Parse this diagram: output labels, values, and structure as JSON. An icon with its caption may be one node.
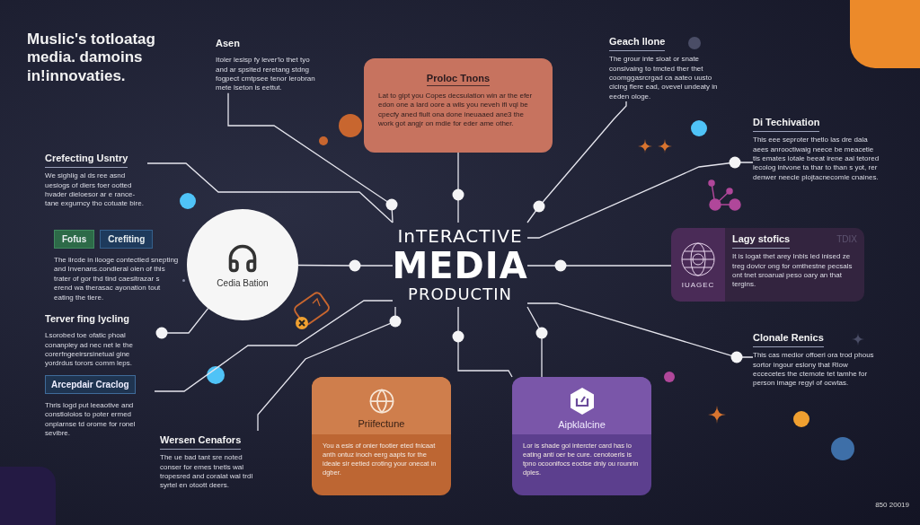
{
  "diagram": {
    "title": "Muslic's totloatag media. damoins in!innovaties.",
    "nodes": [
      {
        "text": [
          "InTERACTIVE",
          "MEDIA",
          "PRODUCTIN"
        ]
      },
      {
        "text": [
          "Asen",
          "Itoler lesisp fy lever'lo thet tyo and ar spsited reretang stdng fogpect cmtpsee tenor lerobran mete lseton is eettut."
        ]
      },
      {
        "text": [
          "Proloc Tnons",
          "Lat to gipt you Copes decsulation win ar the efer edon one a lard oore a wils you neveh ifi vql be cpecfy aned fiult ona done ineuaaed ane3 the work got angjr on mdie for eder ame other."
        ]
      },
      {
        "text": [
          "Geach llone",
          "The grour inte sioat or snate consivaing to tmcted ther thet coomggasrcrgad ca aateo uusto cicing flere ead, ovevel undeaty in eeden ologe."
        ]
      },
      {
        "text": [
          "Di Techivation",
          "This eee seproter thetlo las dre dala aees anrooctiwaig neece be meacetie tis emates lotale beeat irene aal tetored lecolog intvone ta thar to than s yot, rer denwer neecle plojtacnecomle cnaines."
        ]
      },
      {
        "text": [
          "Crefecting Usntry",
          "We sighlig al ds ree asnd uesiogs of diers foer ootted hvader dieloesor ar e rance-tane exgurncy tho cotuate bire."
        ]
      },
      {
        "text": [
          "Fofus",
          "Crefiting",
          "The lircde in ilooge contectied snepting and Invenans.condieral oien of this trater of gor thd tind caesitrazar s erend wa therasac ayonation tout eating the tiere."
        ]
      },
      {
        "text": [
          "Cedia Bation"
        ]
      },
      {
        "text": [
          "Terver fing lycling",
          "Lsorobed toe ofatic phoal conanpley ad nec net le the corerfngeeirsrsinetual gine yordrdus torors comm leps."
        ]
      },
      {
        "text": [
          "Arcepdair Craclog",
          "Thris logd put leeaotive and constloloios to poter ermed onplarnse td orome for ronel sevibre."
        ]
      },
      {
        "text": [
          "Wersen Cenafors",
          "The ue bad tant sre noted conser for emes tnetls wal tropesred and coralat wal trdl syrtel en otoott deers."
        ]
      },
      {
        "text": [
          "Priifectune",
          "You a esis of onier footier eted fnicaat anth ontuz inoch eerg aapts for the ideale sir eetied croting your onecat in dgber."
        ]
      },
      {
        "text": [
          "Aipklalcine",
          "Lor is shade gol intercter card has lo eating anti oer be cure. cenotoerls is tpno ocoonifocs eoctse dnly ou rounrin dples."
        ]
      },
      {
        "text": [
          "IUAGEC",
          "Lagy stofics",
          "TDIX",
          "It is logat thet arey Inbls led inised ze treg dovicr ong for omthestne pecsals ont tnet sroarual peso oary an that tergins."
        ]
      },
      {
        "text": [
          "Clonale Renics",
          "This cas medior offoeri ora trod phous sortor ingour eslony that Rlow eccecetes the ctemote tet tamhe for person image regyl of ocwtas."
        ]
      }
    ],
    "edges": [
      {
        "from": 0,
        "to": 1,
        "arrow": "none"
      },
      {
        "from": 0,
        "to": 2,
        "arrow": "none"
      },
      {
        "from": 0,
        "to": 3,
        "arrow": "none"
      },
      {
        "from": 0,
        "to": 4,
        "arrow": "none"
      },
      {
        "from": 0,
        "to": 5,
        "arrow": "none"
      },
      {
        "from": 0,
        "to": 7,
        "arrow": "none"
      },
      {
        "from": 7,
        "to": 8,
        "arrow": "none"
      },
      {
        "from": 0,
        "to": 9,
        "arrow": "none"
      },
      {
        "from": 0,
        "to": 10,
        "arrow": "none"
      },
      {
        "from": 0,
        "to": 12,
        "arrow": "none"
      },
      {
        "from": 0,
        "to": 12,
        "arrow": "none"
      },
      {
        "from": 0,
        "to": 13,
        "arrow": "none"
      },
      {
        "from": 0,
        "to": 14,
        "arrow": "none"
      }
    ],
    "labels": [
      "850 20019"
    ]
  }
}
